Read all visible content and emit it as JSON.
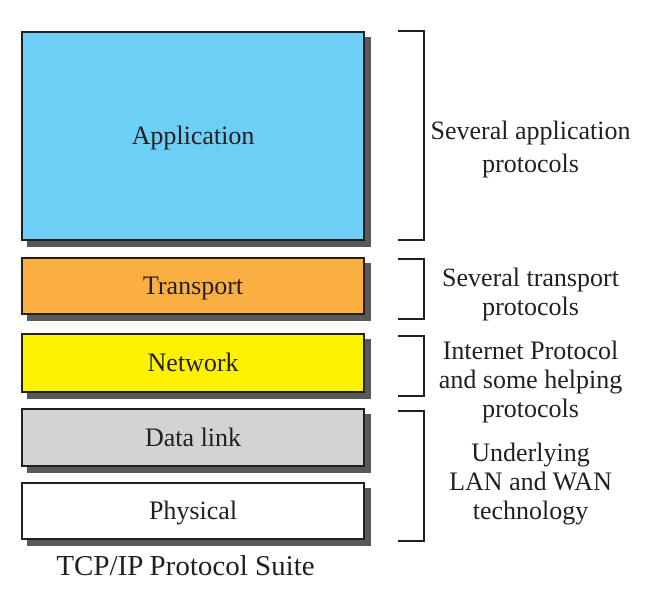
{
  "caption": "TCP/IP Protocol Suite",
  "layers": [
    {
      "id": "application",
      "label": "Application",
      "color": "#6DCFF6"
    },
    {
      "id": "transport",
      "label": "Transport",
      "color": "#FAAF40"
    },
    {
      "id": "network",
      "label": "Network",
      "color": "#FFF200"
    },
    {
      "id": "datalink",
      "label": "Data link",
      "color": "#D1D3D4"
    },
    {
      "id": "physical",
      "label": "Physical",
      "color": "#FFFFFF"
    }
  ],
  "annotations": {
    "application": {
      "line1": "Several application",
      "line2": "protocols"
    },
    "transport": {
      "line1": "Several transport",
      "line2": "protocols"
    },
    "network": {
      "line1": "Internet Protocol",
      "line2": "and some helping",
      "line3": "protocols"
    },
    "link_physical": {
      "line1": "Underlying",
      "line2": "LAN and WAN",
      "line3": "technology"
    }
  },
  "style_colors": {
    "outline": "#231F20",
    "shadow": "#58595B",
    "background": "#FFFFFF"
  }
}
